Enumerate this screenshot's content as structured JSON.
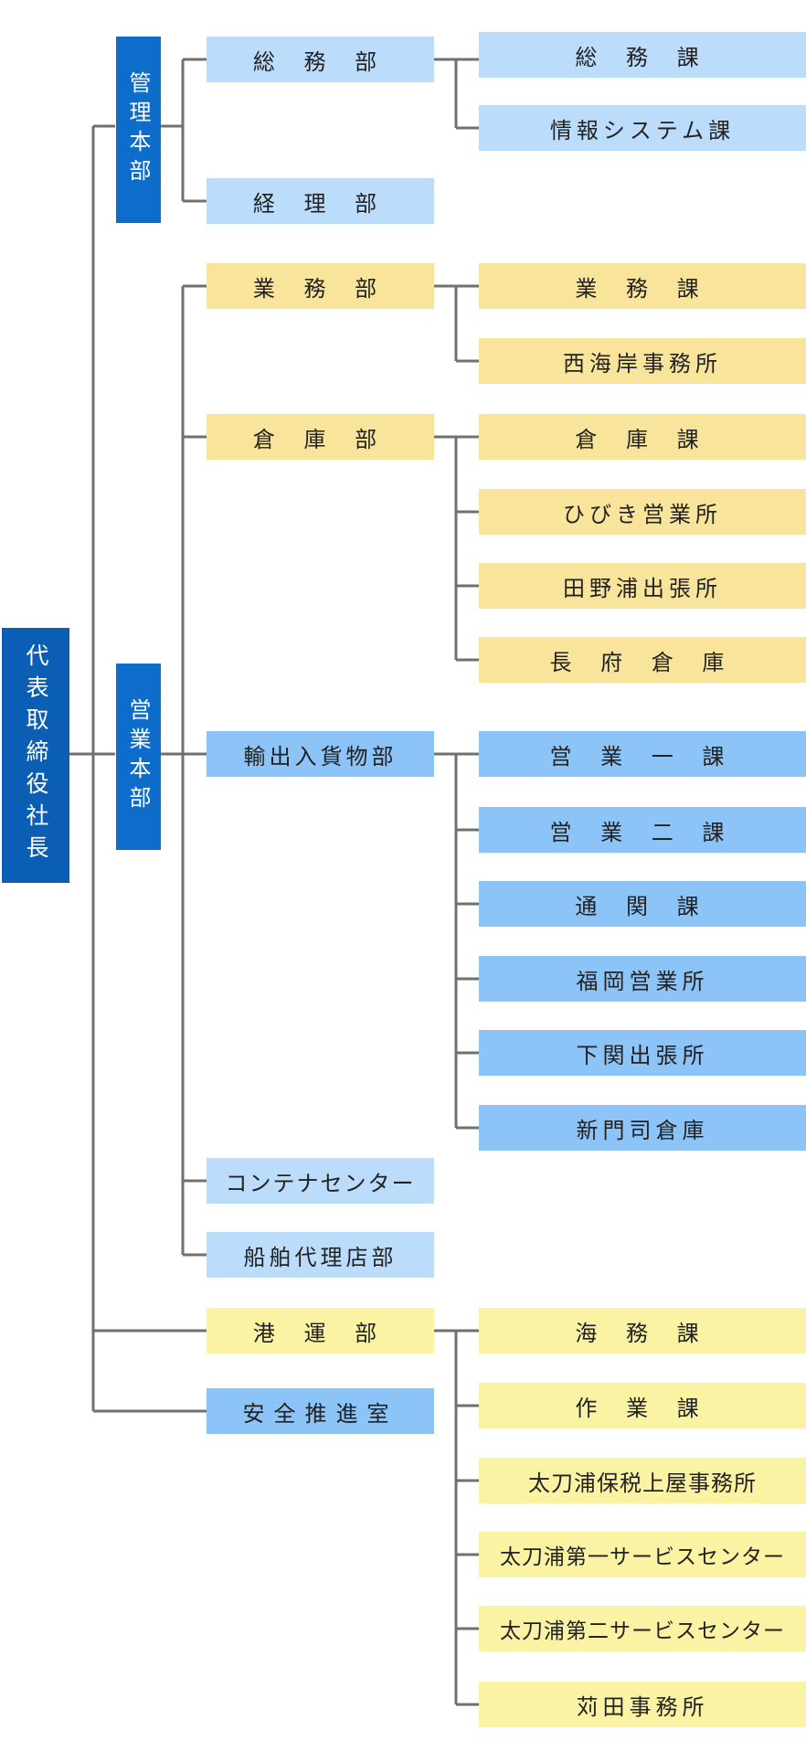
{
  "ceo": "代表取締役社長",
  "divisions": {
    "admin": "管理本部",
    "sales": "営業本部"
  },
  "departments": {
    "somu": "総 務 部",
    "keiri": "経 理 部",
    "gyomu": "業 務 部",
    "soko": "倉 庫 部",
    "yushutsu": "輸出入貨物部",
    "container": "コンテナセンター",
    "senpaku": "船舶代理店部",
    "kouun": "港 運 部",
    "anzen": "安全推進室"
  },
  "sections": {
    "somu_ka": "総 務 課",
    "joho_ka": "情報システム課",
    "gyomu_ka": "業 務 課",
    "nishikaigan": "西海岸事務所",
    "soko_ka": "倉 庫 課",
    "hibiki": "ひびき営業所",
    "tanoura": "田野浦出張所",
    "chofu": "長 府 倉 庫",
    "eigyo1": "営 業 一 課",
    "eigyo2": "営 業 二 課",
    "tsukan": "通 関 課",
    "fukuoka": "福岡営業所",
    "shimonoseki": "下関出張所",
    "shinmoji": "新門司倉庫",
    "kaimu": "海 務 課",
    "sagyo": "作 業 課",
    "tachinoura_hozei": "太刀浦保税上屋事務所",
    "tachinoura_1": "太刀浦第一サービスセンター",
    "tachinoura_2": "太刀浦第二サービスセンター",
    "kanda": "苅田事務所"
  },
  "colors": {
    "dark_blue": "#0a5fb4",
    "light_blue": "#bbdcfa",
    "mid_blue": "#8cc4f7",
    "yellow": "#f8e49b",
    "light_yellow": "#faf3a3",
    "line": "#707070"
  }
}
